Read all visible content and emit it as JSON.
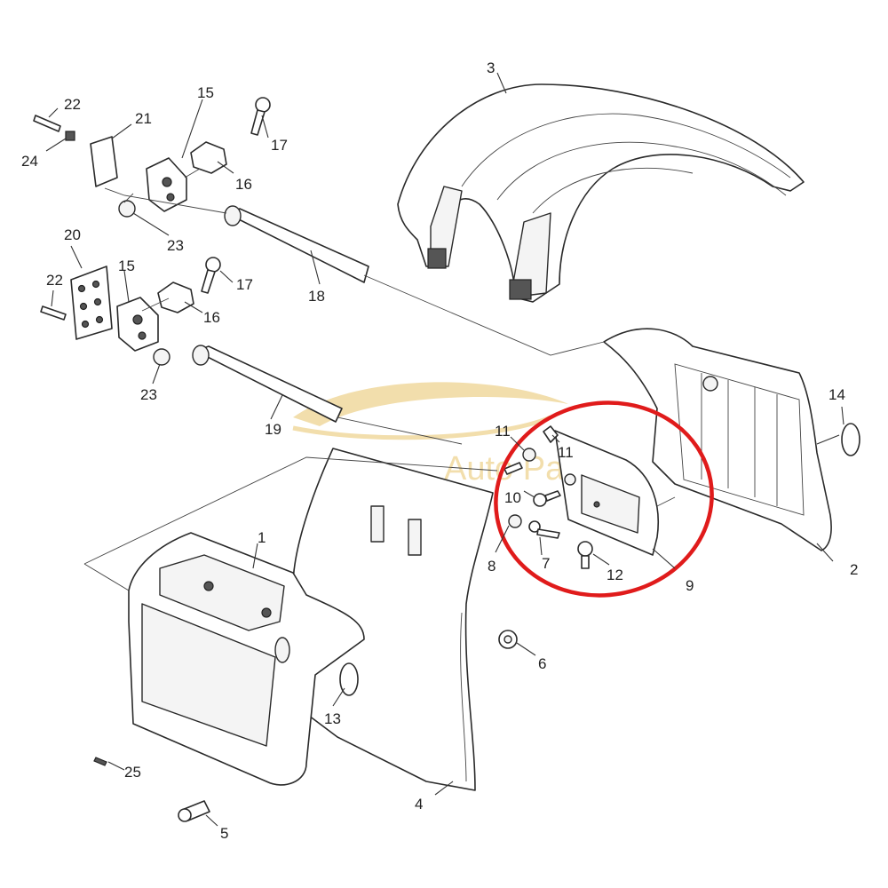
{
  "watermark": {
    "text": "Auto Parts",
    "color": "#e8c46a"
  },
  "highlight_color": "#e01b1b",
  "labels": {
    "p1": "1",
    "p2": "2",
    "p3": "3",
    "p4": "4",
    "p5": "5",
    "p6": "6",
    "p7": "7",
    "p8": "8",
    "p9": "9",
    "p10": "10",
    "p11a": "11",
    "p11b": "11",
    "p12": "12",
    "p13": "13",
    "p14": "14",
    "p15a": "15",
    "p15b": "15",
    "p16a": "16",
    "p16b": "16",
    "p17a": "17",
    "p17b": "17",
    "p18": "18",
    "p19": "19",
    "p20": "20",
    "p21": "21",
    "p22a": "22",
    "p22b": "22",
    "p23a": "23",
    "p23b": "23",
    "p24": "24",
    "p25": "25"
  }
}
